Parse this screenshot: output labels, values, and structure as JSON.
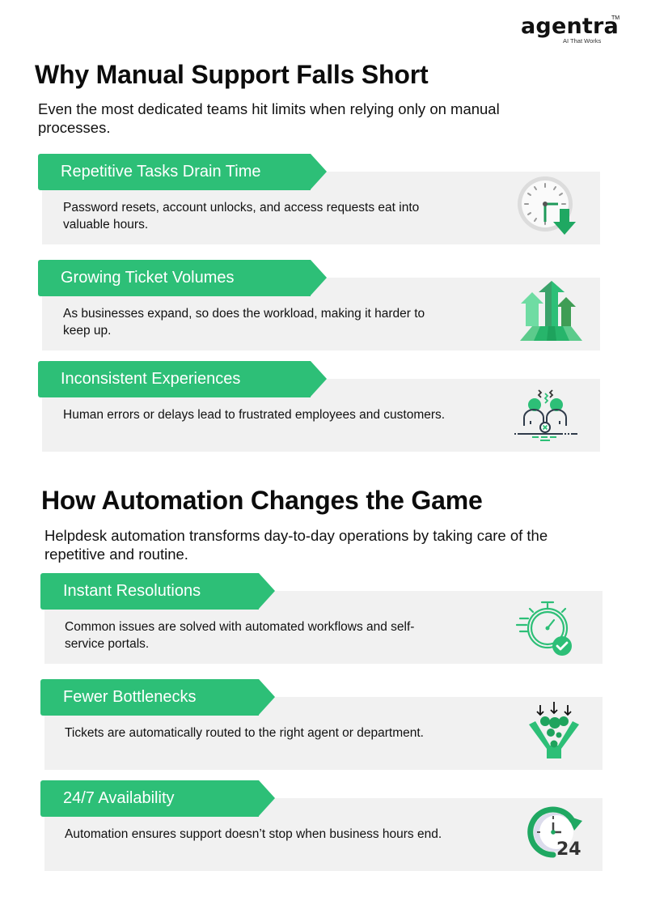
{
  "brand": {
    "name": "agentra",
    "trademark": "TM",
    "tagline": "AI That Works"
  },
  "colors": {
    "accent_green": "#2dbf77",
    "card_background": "#f1f1f1",
    "text": "#111111"
  },
  "section1": {
    "title": "Why Manual Support Falls Short",
    "subtitle": "Even the most dedicated teams hit limits when relying only on manual processes.",
    "cards": [
      {
        "title": "Repetitive Tasks Drain Time",
        "description": "Password resets, account unlocks, and access requests eat into valuable hours.",
        "icon": "clock-down-arrow-icon"
      },
      {
        "title": "Growing Ticket Volumes",
        "description": "As businesses expand, so does the workload, making it harder to keep up.",
        "icon": "rising-arrows-icon"
      },
      {
        "title": "Inconsistent Experiences",
        "description": "Human errors or delays lead to frustrated employees and customers.",
        "icon": "frustrated-people-icon"
      }
    ]
  },
  "section2": {
    "title": "How Automation Changes the Game",
    "subtitle": "Helpdesk automation transforms day-to-day operations by taking care of the repetitive and routine.",
    "cards": [
      {
        "title": "Instant Resolutions",
        "description": "Common issues are solved with automated workflows and self-service portals.",
        "icon": "stopwatch-check-icon"
      },
      {
        "title": "Fewer Bottlenecks",
        "description": "Tickets are automatically routed to the right agent or department.",
        "icon": "funnel-icon"
      },
      {
        "title": "24/7 Availability",
        "description": "Automation ensures support doesn’t stop when business hours end.",
        "icon": "clock-24-icon"
      }
    ]
  }
}
